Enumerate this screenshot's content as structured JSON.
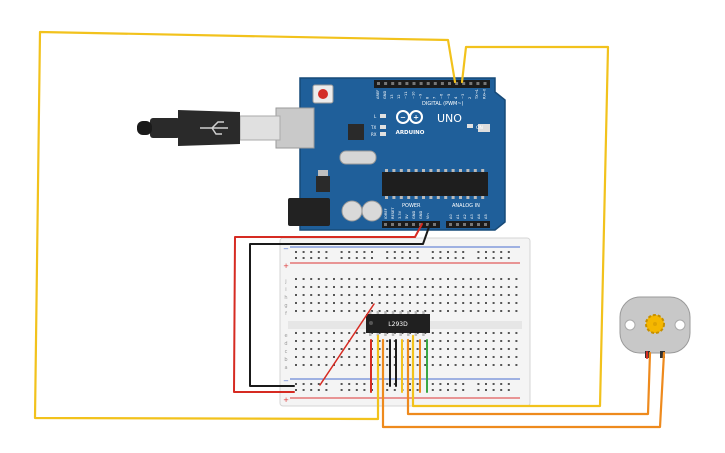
{
  "arduino": {
    "brand": "ARDUINO",
    "model": "UNO",
    "digital_label": "DIGITAL (PWM~)",
    "analog_label": "ANALOG IN",
    "power_label": "POWER",
    "on_label": "ON",
    "aref": "AREF",
    "gnd": "GND",
    "led_l": "L",
    "led_tx": "TX",
    "led_rx": "RX",
    "digital_pins": [
      "13",
      "12",
      "~11",
      "~10",
      "~9",
      "8",
      "7",
      "~6",
      "~5",
      "4",
      "~3",
      "2",
      "TX→1",
      "RX←0"
    ],
    "power_pins": [
      "IOREF",
      "RESET",
      "3.3V",
      "5V",
      "GND",
      "GND",
      "Vin"
    ],
    "analog_pins": [
      "A0",
      "A1",
      "A2",
      "A3",
      "A4",
      "A5"
    ]
  },
  "chip": {
    "label": "L293D"
  },
  "breadboard": {
    "row_letters_top": [
      "j",
      "i",
      "h",
      "g",
      "f"
    ],
    "row_letters_bottom": [
      "e",
      "d",
      "c",
      "b",
      "a"
    ],
    "plus": "+",
    "minus": "−"
  },
  "colors": {
    "board_blue": "#1f5f9a",
    "header_black": "#1b1b1b",
    "wire_yellow": "#f2c21c",
    "wire_orange": "#ee8a1d",
    "wire_red": "#d62b22",
    "wire_black": "#1a1a1a",
    "wire_green": "#3aa845",
    "motor_body": "#c8c8c8",
    "motor_gear": "#f5b700"
  }
}
